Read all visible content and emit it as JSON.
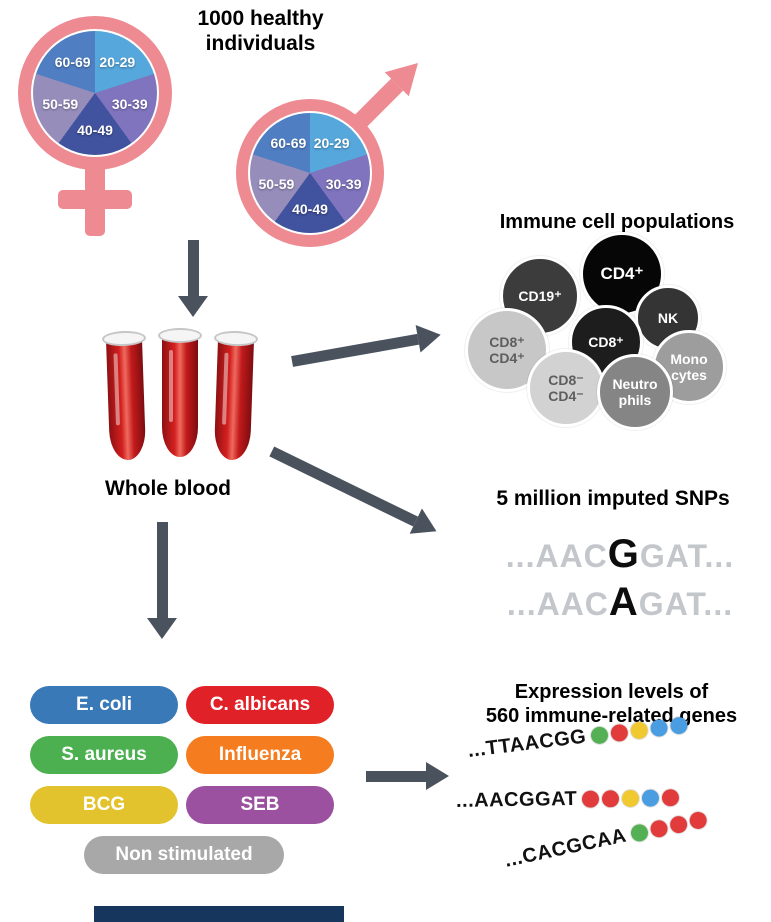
{
  "title": {
    "line1": "1000 healthy",
    "line2": "individuals"
  },
  "demographics": {
    "symbol_color": "#ee8a92",
    "age_groups": [
      {
        "label": "20-29",
        "percent": 20,
        "color": "#55a7dc"
      },
      {
        "label": "30-39",
        "percent": 20,
        "color": "#7f74bd"
      },
      {
        "label": "40-49",
        "percent": 20,
        "color": "#41529e"
      },
      {
        "label": "50-59",
        "percent": 20,
        "color": "#968dbb"
      },
      {
        "label": "60-69",
        "percent": 20,
        "color": "#4f7ec3"
      }
    ]
  },
  "whole_blood_label": "Whole blood",
  "immune": {
    "title": "Immune cell populations",
    "cells": [
      {
        "label": "CD19⁺",
        "color": "#3c3c3c"
      },
      {
        "label": "CD4⁺",
        "color": "#060606"
      },
      {
        "label": "NK",
        "color": "#343434"
      },
      {
        "label": "CD8⁺",
        "color": "#1d1d1d"
      },
      {
        "label": "CD8⁺\nCD4⁺",
        "color": "#c7c7c7"
      },
      {
        "label": "Mono\ncytes",
        "color": "#9d9d9d"
      },
      {
        "label": "Neutro\nphils",
        "color": "#858585"
      },
      {
        "label": "CD8⁻\nCD4⁻",
        "color": "#d2d2d2"
      }
    ]
  },
  "snps": {
    "title": "5 million imputed SNPs",
    "line1": {
      "pre": "...AAC",
      "variant": "G",
      "post": "GAT..."
    },
    "line2": {
      "pre": "...AAC",
      "variant": "A",
      "post": "GAT..."
    }
  },
  "stimuli": [
    {
      "label": "E. coli",
      "color": "#3a79b8"
    },
    {
      "label": "C. albicans",
      "color": "#e02127"
    },
    {
      "label": "S. aureus",
      "color": "#4cb050"
    },
    {
      "label": "Influenza",
      "color": "#f57d1f"
    },
    {
      "label": "BCG",
      "color": "#e3c32d"
    },
    {
      "label": "SEB",
      "color": "#9c50a0"
    },
    {
      "label": "Non stimulated",
      "color": "#a8a8a8"
    }
  ],
  "expression": {
    "title_line1": "Expression levels of",
    "title_line2": "560 immune-related genes",
    "rows": [
      {
        "seq": "...TTAACGG",
        "dots": [
          "#54b054",
          "#e23b3b",
          "#f0c930",
          "#4a9de0",
          "#4a9de0"
        ]
      },
      {
        "seq": "...AACGGAT",
        "dots": [
          "#e23b3b",
          "#e23b3b",
          "#f0c930",
          "#4a9de0",
          "#e23b3b"
        ]
      },
      {
        "seq": "...CACGCAA",
        "dots": [
          "#54b054",
          "#e23b3b",
          "#e23b3b",
          "#e23b3b"
        ]
      }
    ]
  },
  "arrow_color": "#4a525e",
  "footer_bar_color": "#17365e"
}
